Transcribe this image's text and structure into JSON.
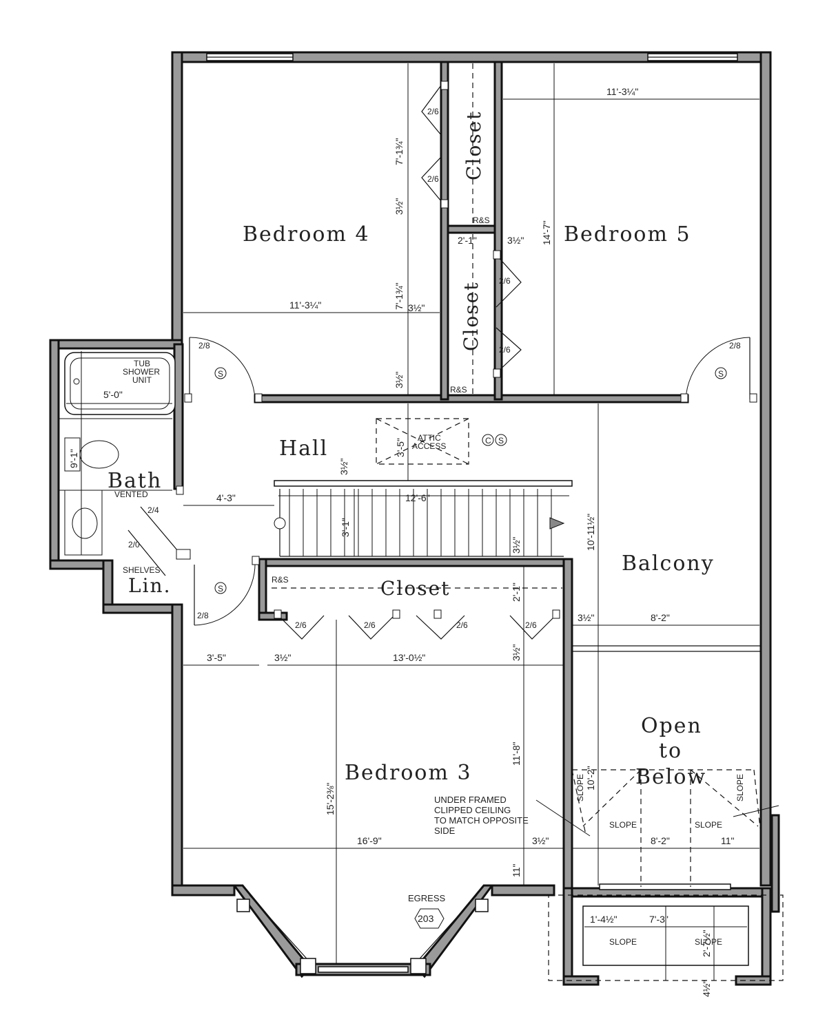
{
  "rooms": {
    "bedroom4": "Bedroom  4",
    "bedroom5": "Bedroom  5",
    "bedroom3": "Bedroom  3",
    "hall": "Hall",
    "bath": "Bath",
    "bath_note": "VENTED",
    "balcony": "Balcony",
    "open1": "Open",
    "open2": "to",
    "open3": "Below",
    "closet": "Closet",
    "lin": "Lin.",
    "shelves": "SHELVES"
  },
  "fixtures": {
    "tub1": "TUB",
    "tub2": "SHOWER",
    "tub3": "UNIT",
    "attic1": "ATTIC",
    "attic2": "ACCESS",
    "rs": "R&S",
    "smoke": "S",
    "co": "C"
  },
  "notes": {
    "ceiling1": "UNDER FRAMED",
    "ceiling2": "CLIPPED CEILING",
    "ceiling3": "TO MATCH OPPOSITE",
    "ceiling4": "SIDE",
    "egress": "EGRESS",
    "window_tag": "203",
    "slope": "SLOPE"
  },
  "doors": {
    "d26": "2/6",
    "d28": "2/8",
    "d24": "2/4",
    "d20": "2/0"
  },
  "dims": {
    "b4_width": "11'-3¼\"",
    "b5_width": "11'-3¼\"",
    "b4_clo": "7'-1¾\"",
    "b4_clo2": "7'-1¾\"",
    "wall35": "3½\"",
    "w21": "2'-1\"",
    "b5_depth": "14'-7\"",
    "tub": "5'-0\"",
    "bath_len": "9'-1\"",
    "attic": "3'-5\"",
    "hall43": "4'-3\"",
    "stair": "12'-6\"",
    "stair_w": "3'-1\"",
    "bal_h": "10'-11½\"",
    "clo21": "2'-1\"",
    "bal_w": "8'-2\"",
    "b3_left": "3'-5\"",
    "b3_clo": "13'-0½\"",
    "b3_depth": "15'-2⅜\"",
    "b3_11_8": "11'-8\"",
    "b3_width": "16'-9\"",
    "b3_11": "11\"",
    "open_h": "10'-2\"",
    "open_w": "8'-2\"",
    "open_11": "11\"",
    "bot_1_4": "1'-4½\"",
    "bot_7_3": "7'-3\"",
    "bot_2_7": "2'-7½\"",
    "bot_4": "4½\""
  }
}
